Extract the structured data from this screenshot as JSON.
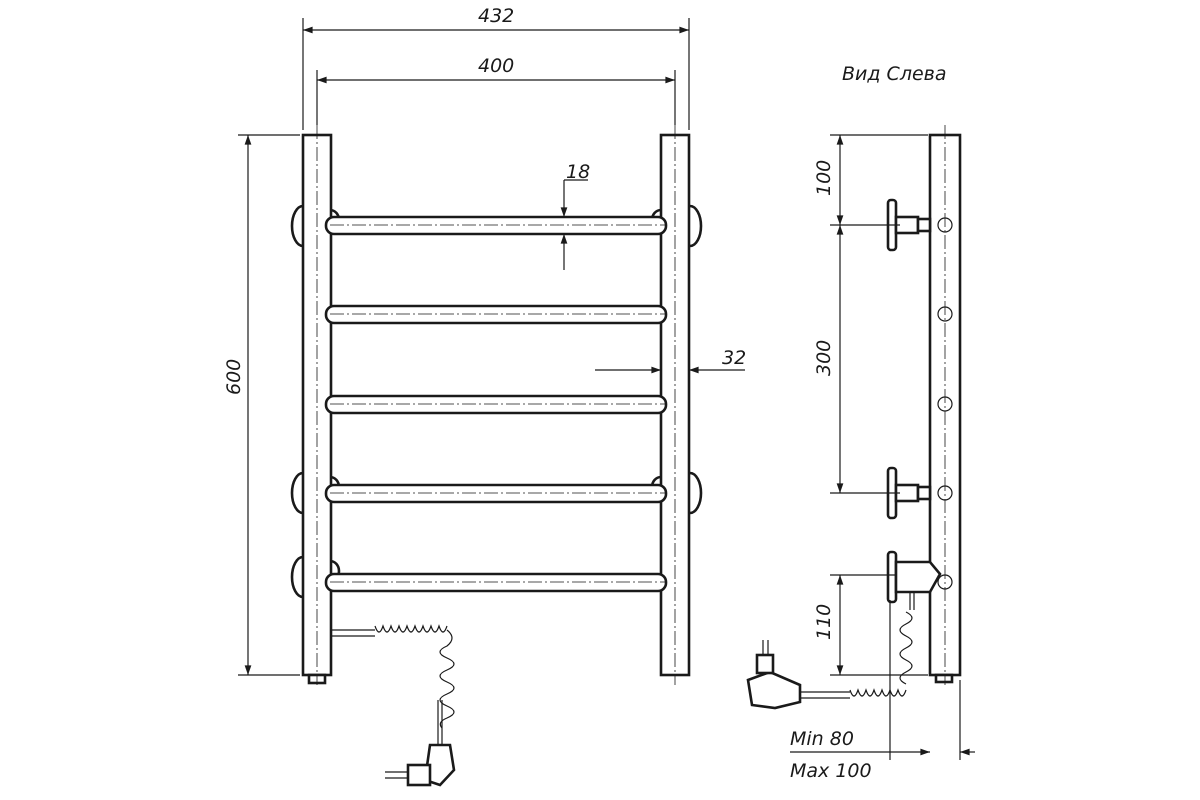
{
  "view_title": "Вид Слева",
  "dims_front": {
    "overall_width": "432",
    "axis_width": "400",
    "height": "600",
    "rung_dia": "18",
    "post_dia": "32"
  },
  "dims_side": {
    "top_offset": "100",
    "mount_spacing": "300",
    "bottom_offset": "110",
    "wall_min": "Min 80",
    "wall_max": "Max 100"
  }
}
